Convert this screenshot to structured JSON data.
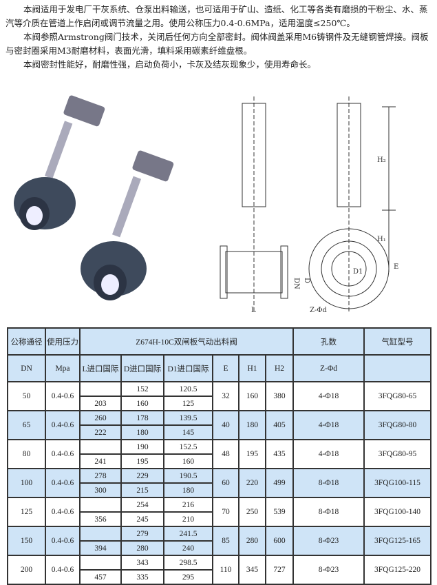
{
  "intro": {
    "p1": "本阀适用于发电厂干灰系统、仓泵出料输送，也可适用于矿山、造纸、化工等各类有磨损的干粉尘、水、蒸汽等介质在管道上作启闭或调节流量之用。使用公称压力0.4-0.6MPa，适用温度≤250℃。",
    "p2": "本阀参照Armstrong阀门技术，关闭后任何方向全部密封。阀体阀盖采用M6铸钢件及无缝钢管焊接。阀板与密封圈采用M3耐磨材料，表面光滑，填料采用碳素纤维盘根。",
    "p3": "本阀密封性能好，耐磨性强，启动负荷小，卡灰及结灰现象少，使用寿命长。"
  },
  "drawing": {
    "h2": "H₂",
    "h1": "H₁",
    "dn": "DN",
    "d": "D",
    "e": "E",
    "l": "L",
    "d1": "D1",
    "zphid": "Z-Φd"
  },
  "table": {
    "h1": {
      "dn": "公称通径",
      "pressure": "使用压力",
      "model": "Z674H-10C双闸板气动出料阀",
      "holes": "孔数",
      "cylinder": "气缸型号"
    },
    "h2": {
      "dn": "DN",
      "mpa": "Mpa",
      "l": "L进口国际",
      "d": "D进口国际",
      "d1": "D1进口国际",
      "e": "E",
      "h1": "H1",
      "h2": "H2",
      "zphid": "Z-Φd"
    },
    "rows": [
      {
        "dn": "50",
        "mpa": "0.4-0.6",
        "l": [
          "",
          "203"
        ],
        "d": [
          "152",
          "160"
        ],
        "d1": [
          "120.5",
          "125"
        ],
        "e": "32",
        "h1": "160",
        "h2": "380",
        "holes": "4-Φ18",
        "cyl": "3FQG80-65"
      },
      {
        "dn": "65",
        "mpa": "0.4-0.6",
        "l": [
          "260",
          "222"
        ],
        "d": [
          "178",
          "180"
        ],
        "d1": [
          "139.5",
          "145"
        ],
        "e": "40",
        "h1": "180",
        "h2": "405",
        "holes": "4-Φ18",
        "cyl": "3FQG80-80"
      },
      {
        "dn": "80",
        "mpa": "0.4-0.6",
        "l": [
          "",
          "241"
        ],
        "d": [
          "190",
          "195"
        ],
        "d1": [
          "152.5",
          "160"
        ],
        "e": "48",
        "h1": "195",
        "h2": "435",
        "holes": "4-Φ18",
        "cyl": "3FQG80-95"
      },
      {
        "dn": "100",
        "mpa": "0.4-0.6",
        "l": [
          "278",
          "300"
        ],
        "d": [
          "229",
          "215"
        ],
        "d1": [
          "190.5",
          "180"
        ],
        "e": "60",
        "h1": "220",
        "h2": "499",
        "holes": "8-Φ18",
        "cyl": "3FQG100-115"
      },
      {
        "dn": "125",
        "mpa": "0.4-0.6",
        "l": [
          "",
          "356"
        ],
        "d": [
          "254",
          "245"
        ],
        "d1": [
          "216",
          "210"
        ],
        "e": "70",
        "h1": "250",
        "h2": "539",
        "holes": "8-Φ18",
        "cyl": "3FQG100-140"
      },
      {
        "dn": "150",
        "mpa": "0.4-0.6",
        "l": [
          "",
          "394"
        ],
        "d": [
          "279",
          "280"
        ],
        "d1": [
          "241.5",
          "240"
        ],
        "e": "85",
        "h1": "280",
        "h2": "600",
        "holes": "8-Φ23",
        "cyl": "3FQG125-165"
      },
      {
        "dn": "200",
        "mpa": "0.4-0.6",
        "l": [
          "",
          "457"
        ],
        "d": [
          "343",
          "335"
        ],
        "d1": [
          "298.5",
          "295"
        ],
        "e": "110",
        "h1": "345",
        "h2": "727",
        "holes": "8-Φ23",
        "cyl": "3FQG125-220"
      }
    ]
  }
}
